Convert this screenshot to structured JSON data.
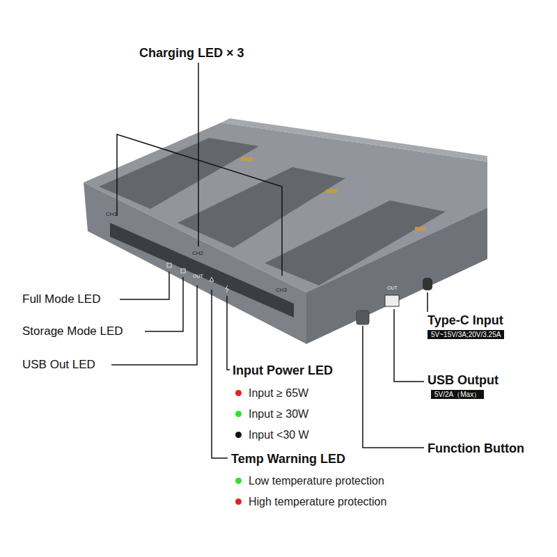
{
  "diagram": {
    "nodes": [
      {
        "text": [
          "Type-C Input",
          "5V~15V/3A;20V/3.25A"
        ]
      },
      {
        "text": [
          "USB Output",
          "5V/2A（Max）"
        ]
      }
    ],
    "labels": [
      "Charging LED × 3",
      "CH1",
      "CH2",
      "CH3",
      "Full Mode LED",
      "Storage Mode LED",
      "USB Out LED",
      "Input Power LED",
      "Temp Warning LED",
      "Function Button",
      "OUT",
      "OUT"
    ],
    "legend": [
      {
        "text": "Input ≥ 65W",
        "color": "#e32222"
      },
      {
        "text": "Input ≥ 30W",
        "color": "#2ee22e"
      },
      {
        "text": "Input <30 W",
        "color": "#111111"
      },
      {
        "text": "Low temperature protection",
        "color": "#2ee22e"
      },
      {
        "text": "High temperature protection",
        "color": "#e32222"
      }
    ]
  }
}
